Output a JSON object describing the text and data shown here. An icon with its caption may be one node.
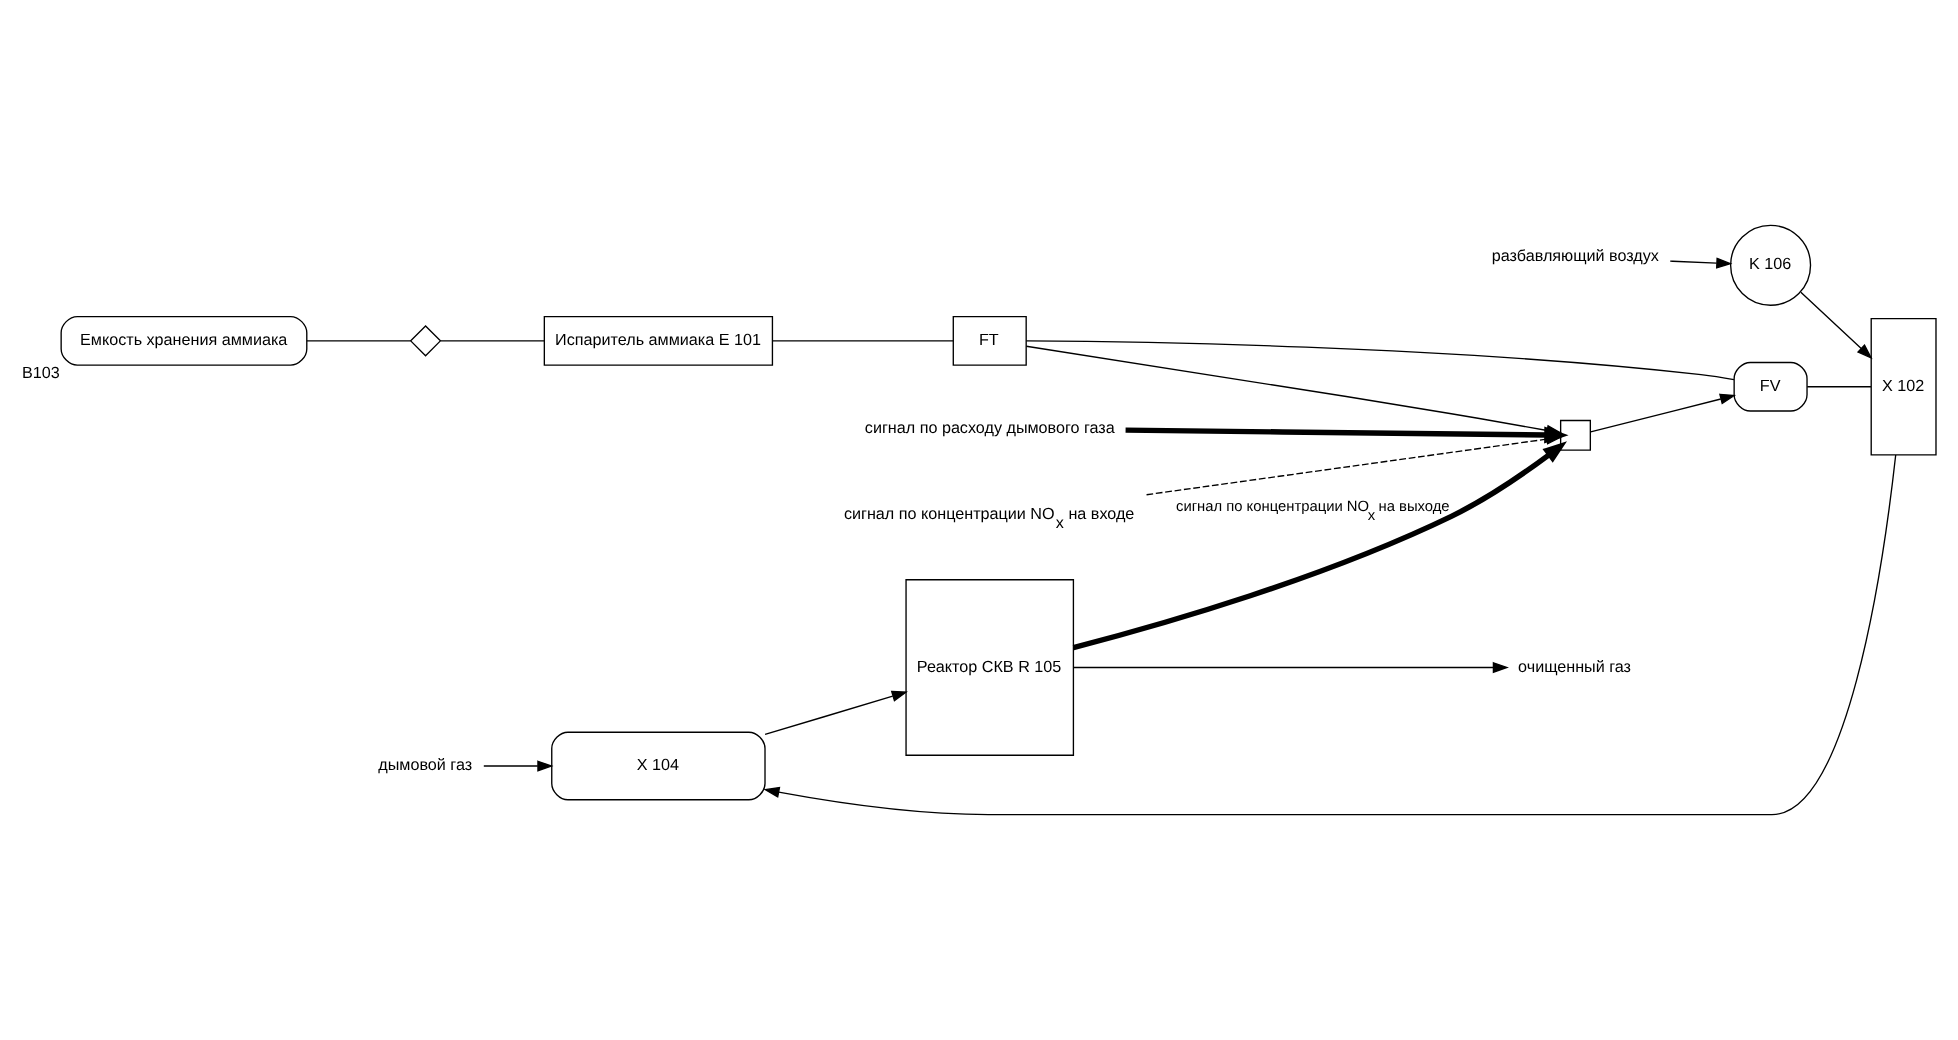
{
  "diagram": {
    "nodes": [
      {
        "text": [
          "X 104"
        ]
      },
      {
        "text": [
          "Реактор СКВ R 105"
        ]
      },
      {
        "text": [
          "X 102"
        ]
      },
      {
        "text": [
          "Емкость хранения аммиака"
        ],
        "beside": [
          "B103"
        ]
      },
      {
        "text": [
          "Испаритель аммиака E 101"
        ]
      },
      {
        "text": [
          "FT"
        ]
      },
      {
        "text": [
          "FV"
        ]
      },
      {
        "text": [],
        "shape": "box"
      },
      {
        "text": [
          "K 106"
        ]
      },
      {
        "text": [],
        "shape": "valve"
      },
      {
        "text": [
          "дымовой газ"
        ]
      },
      {
        "text": [
          "очищенный газ"
        ]
      },
      {
        "text": [
          "разбавляющий воздух"
        ]
      },
      {
        "text": [
          "сигнал по расходу дымового газа"
        ]
      },
      {
        "text": [
          "сигнал по концентрации NO$_{x}$ на входе"
        ]
      }
    ],
    "edges": [
      {
        "from": 10,
        "to": 0,
        "arrow": "to"
      },
      {
        "from": 0,
        "to": 1,
        "arrow": "to"
      },
      {
        "from": 1,
        "to": 11,
        "arrow": "to"
      },
      {
        "from": 3,
        "to": 9,
        "arrow": "none"
      },
      {
        "from": 9,
        "to": 4,
        "arrow": "none"
      },
      {
        "from": 4,
        "to": 5,
        "arrow": "none"
      },
      {
        "from": 5,
        "to": 6,
        "arrow": "none"
      },
      {
        "from": 6,
        "to": 2,
        "arrow": "none"
      },
      {
        "from": 12,
        "to": 8,
        "arrow": "to"
      },
      {
        "from": 8,
        "to": 2,
        "arrow": "to"
      },
      {
        "from": 2,
        "to": 0,
        "arrow": "to"
      },
      {
        "from": 13,
        "to": 7,
        "arrow": "to",
        "style": "thick"
      },
      {
        "from": 14,
        "to": 7,
        "arrow": "to",
        "style": "dashed"
      },
      {
        "from": 1,
        "to": 7,
        "arrow": "to",
        "style": "thick",
        "label": "сигнал по концентрации NO$_{x}$ на выходе"
      },
      {
        "from": 5,
        "to": 7,
        "arrow": "to"
      },
      {
        "from": 7,
        "to": 6,
        "arrow": "to"
      }
    ]
  }
}
